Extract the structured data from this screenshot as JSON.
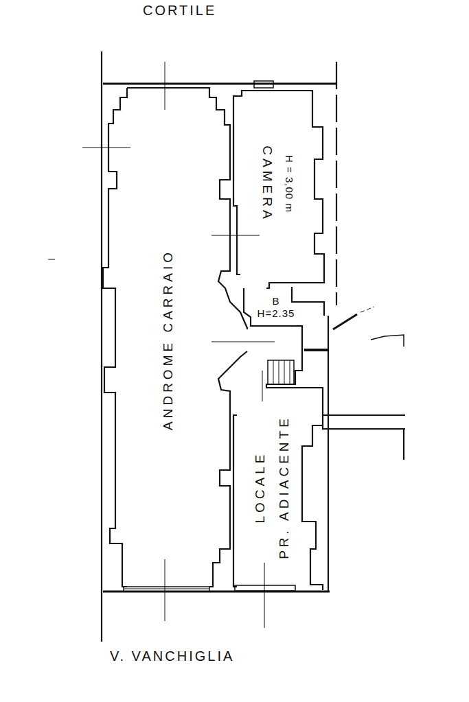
{
  "diagram": {
    "nodes": [
      {
        "text": [
          "ANDROME CARRAIO"
        ]
      },
      {
        "text": [
          "CAMERA",
          "H = 3,00 m"
        ]
      },
      {
        "text": [
          "B",
          "H=2.35"
        ]
      },
      {
        "text": [
          "LOCALE",
          "PR. ADIACENTE"
        ]
      }
    ],
    "labels": [
      "CORTILE",
      "V. VANCHIGLIA"
    ]
  }
}
